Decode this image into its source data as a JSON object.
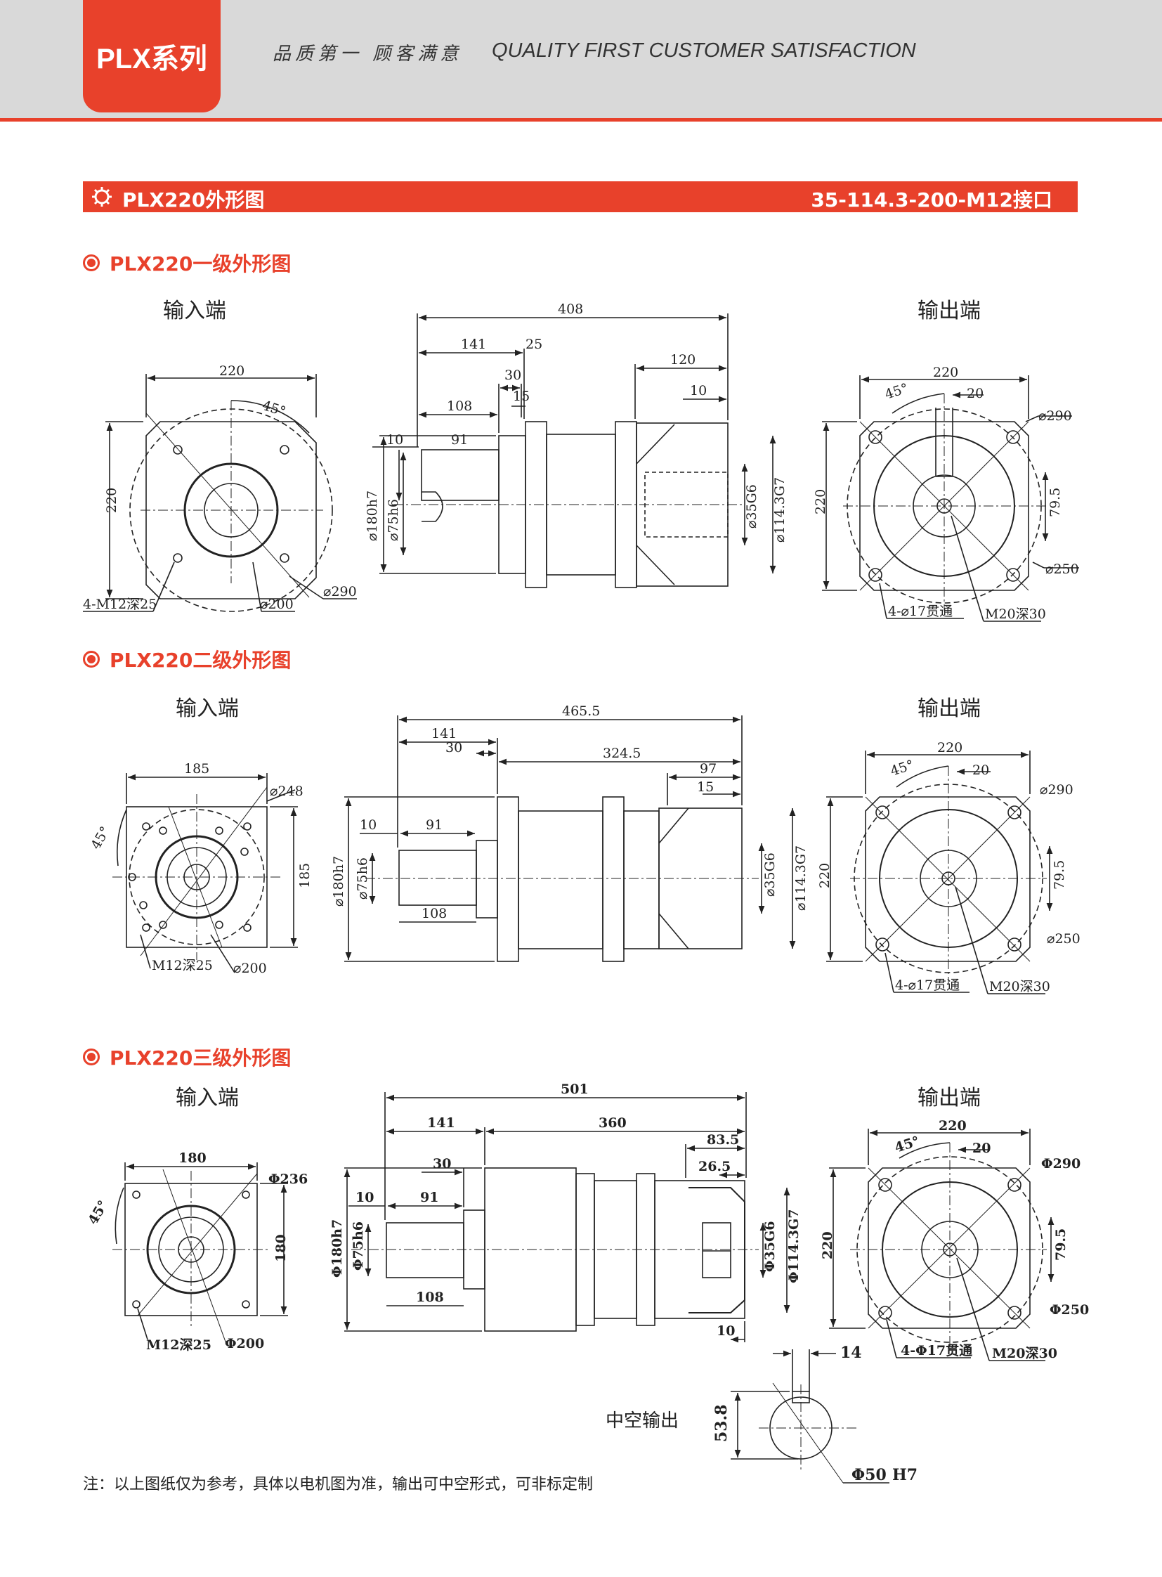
{
  "header": {
    "series": "PLX系列",
    "slogan_cn": "品质第一 顾客满意",
    "slogan_en": "QUALITY FIRST  CUSTOMER SATISFACTION"
  },
  "section": {
    "title": "PLX220外形图",
    "code": "35-114.3-200-M12接口"
  },
  "stage1": {
    "heading": "PLX220一级外形图",
    "input_label": "输入端",
    "output_label": "输出端",
    "input": {
      "width": "220",
      "height": "220",
      "angle": "45°",
      "holes": "4-M12深25",
      "pcd_inner": "⌀200",
      "pcd_outer": "⌀290"
    },
    "side": {
      "total": "408",
      "d141": "141",
      "d25": "25",
      "d30": "30",
      "d15": "15",
      "d108": "108",
      "d10": "10",
      "d91": "91",
      "d120": "120",
      "d10b": "10",
      "dia180": "⌀180h7",
      "dia75": "⌀75h6",
      "dia35": "⌀35G6",
      "dia114": "⌀114.3G7"
    },
    "output": {
      "width": "220",
      "height": "220",
      "angle": "45°",
      "d20": "20",
      "pcd290": "⌀290",
      "d795": "79.5",
      "pcd250": "⌀250",
      "holes": "4-⌀17贯通",
      "thread": "M20深30"
    }
  },
  "stage2": {
    "heading": "PLX220二级外形图",
    "input_label": "输入端",
    "output_label": "输出端",
    "input": {
      "width": "185",
      "height": "185",
      "angle": "45°",
      "pcd248": "⌀248",
      "holes": "M12深25",
      "pcd200": "⌀200"
    },
    "side": {
      "total": "465.5",
      "d141": "141",
      "d30": "30",
      "d3245": "324.5",
      "d97": "97",
      "d15": "15",
      "d10": "10",
      "d91": "91",
      "d108": "108",
      "dia180": "⌀180h7",
      "dia75": "⌀75h6",
      "dia35": "⌀35G6",
      "dia114": "⌀114.3G7"
    },
    "output": {
      "width": "220",
      "height": "220",
      "angle": "45°",
      "d20": "20",
      "pcd290": "⌀290",
      "d795": "79.5",
      "pcd250": "⌀250",
      "holes": "4-⌀17贯通",
      "thread": "M20深30"
    }
  },
  "stage3": {
    "heading": "PLX220三级外形图",
    "input_label": "输入端",
    "output_label": "输出端",
    "input": {
      "width": "180",
      "height": "180",
      "angle": "45°",
      "pcd236": "Φ236",
      "holes": "M12深25",
      "pcd200": "Φ200"
    },
    "side": {
      "total": "501",
      "d141": "141",
      "d360": "360",
      "d835": "83.5",
      "d30": "30",
      "d265": "26.5",
      "d10": "10",
      "d91": "91",
      "d108": "108",
      "d10b": "10",
      "dia180": "Φ180h7",
      "dia75": "Φ75h6",
      "dia35": "Φ35G6",
      "dia114": "Φ114.3G7"
    },
    "output": {
      "width": "220",
      "height": "220",
      "angle": "45°",
      "d20": "20",
      "pcd290": "Φ290",
      "d795": "79.5",
      "pcd250": "Φ250",
      "holes": "4-Φ17贯通",
      "thread": "M20深30"
    },
    "hollow": {
      "label": "中空输出",
      "d14": "14",
      "d538": "53.8",
      "dia50": "Φ50",
      "tol": "H7"
    }
  },
  "note": "注：以上图纸仅为参考，具体以电机图为准，输出可中空形式，可非标定制"
}
